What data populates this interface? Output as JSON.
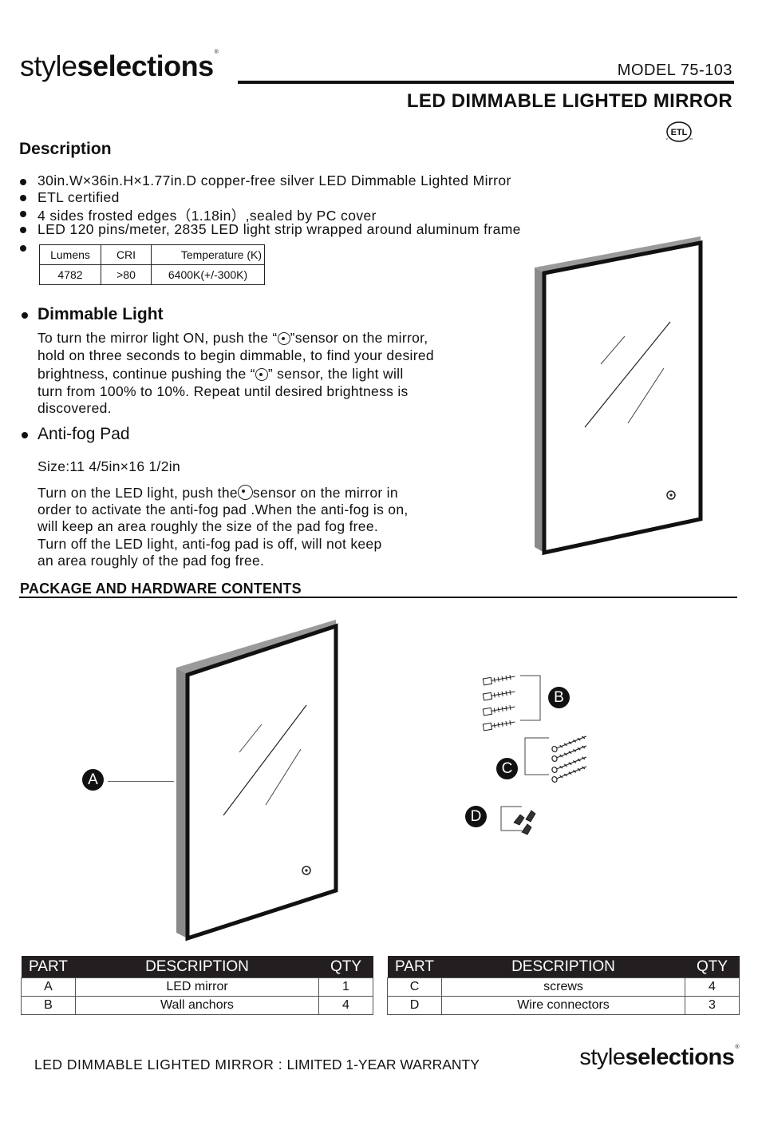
{
  "header": {
    "brand_light": "style",
    "brand_bold": "selections",
    "brand_reg": "®",
    "model": "MODEL 75-103",
    "title": "LED DIMMABLE LIGHTED MIRROR",
    "cert_logo": "ETL"
  },
  "description": {
    "heading": "Description",
    "bullets": [
      "30in.W×36in.H×1.77in.D copper-free silver LED Dimmable Lighted Mirror",
      "ETL certified",
      "4 sides frosted edges（1.18in）,sealed by PC cover",
      "LED 120 pins/meter, 2835 LED light strip wrapped around aluminum frame"
    ],
    "spec_table": {
      "headers": [
        "Lumens",
        "CRI",
        "Temperature (K)"
      ],
      "values": [
        "4782",
        ">80",
        "6400K(+/-300K)"
      ]
    }
  },
  "dimmable": {
    "heading": "Dimmable Light",
    "lines": [
      "To turn the mirror light ON, push the “",
      "”sensor on the mirror,",
      "hold on three seconds to begin dimmable, to find your desired",
      "brightness, continue pushing the  “",
      "”  sensor, the light will",
      "turn from 100% to 10%. Repeat until desired brightness is",
      "discovered."
    ]
  },
  "antifog": {
    "heading": "Anti-fog Pad",
    "size": "Size:11 4/5in×16 1/2in",
    "line1a": "Turn on the LED light, push the",
    "line1b": "sensor on the mirror in",
    "lines": [
      "order to activate the anti-fog pad .When the anti-fog is on,",
      "will keep an area roughly the size of the pad fog free.",
      "Turn off the LED light, anti-fog pad is off, will not keep",
      "an area roughly of the pad fog free."
    ]
  },
  "package": {
    "heading": "PACKAGE AND HARDWARE CONTENTS",
    "labels": [
      "A",
      "B",
      "C",
      "D"
    ],
    "table_headers": [
      "PART",
      "DESCRIPTION",
      "QTY"
    ],
    "left_rows": [
      {
        "part": "A",
        "desc": "LED mirror",
        "qty": "1"
      },
      {
        "part": "B",
        "desc": "Wall anchors",
        "qty": "4"
      }
    ],
    "right_rows": [
      {
        "part": "C",
        "desc": "screws",
        "qty": "4"
      },
      {
        "part": "D",
        "desc": "Wire connectors",
        "qty": "3"
      }
    ]
  },
  "footer": {
    "warranty_a": "LED DIMMABLE LIGHTED MIRROR : ",
    "warranty_b": "LIMITED 1-YEAR WARRANTY",
    "brand_light": "style",
    "brand_bold": "selections",
    "brand_reg": "®"
  }
}
